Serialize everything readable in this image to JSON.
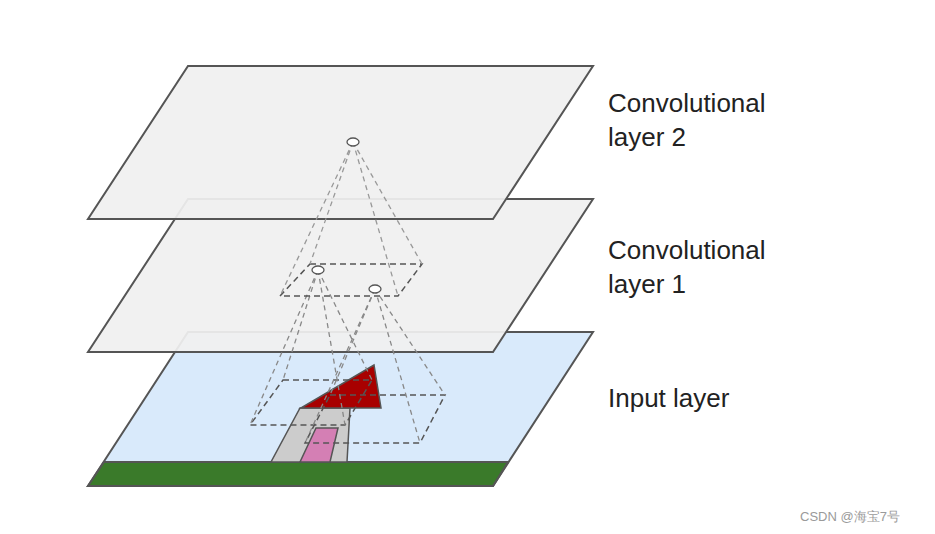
{
  "diagram": {
    "labels": [
      "Convolutional layer 2",
      "Convolutional layer 1",
      "Input layer",
      "CSDN @海宝7号"
    ]
  }
}
